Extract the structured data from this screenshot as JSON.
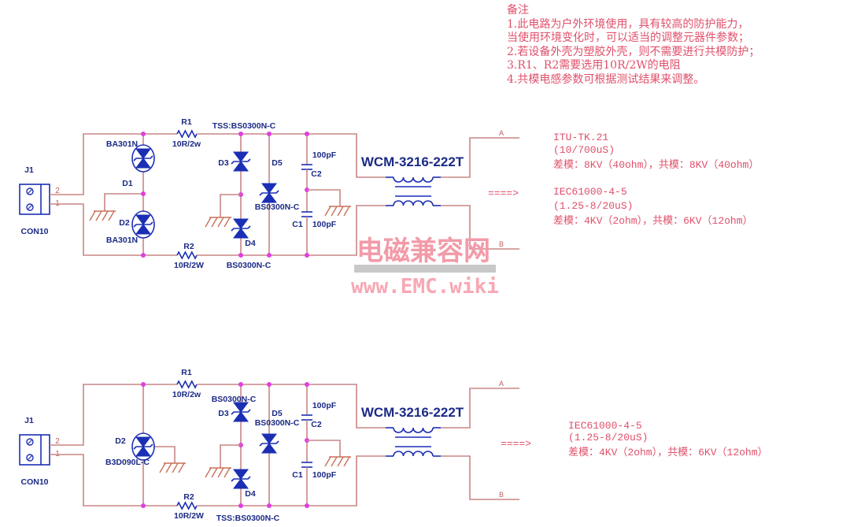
{
  "notes": {
    "title": "备注",
    "lines": [
      "1.此电路为户外环境使用，具有较高的防护能力，",
      "当使用环境变化时，可以适当的调整元器件参数；",
      "2.若设备外壳为塑胶外壳，则不需要进行共模防护；",
      "3.R1、R2需要选用10R/2W的电阻",
      "4.共模电感参数可根据测试结果来调整。"
    ]
  },
  "circuit1": {
    "labels": {
      "j1": "J1",
      "con": "CON10",
      "pin2": "2",
      "pin1": "1",
      "r1": "R1",
      "r1_val": "10R/2w",
      "r2": "R2",
      "r2_val": "10R/2W",
      "d1_part": "BA301N",
      "d1": "D1",
      "d2": "D2",
      "d2_part": "BA301N",
      "tss_top": "TSS:BS0300N-C",
      "d3": "D3",
      "d4": "D4",
      "d4_part": "BS0300N-C",
      "d5": "D5",
      "d5_part": "BS0300N-C",
      "c2": "C2",
      "c2_val": "100pF",
      "c1": "C1",
      "c1_val": "100pF",
      "choke": "WCM-3216-222T",
      "out_a": "A",
      "out_b": "B"
    },
    "arrow": "====>",
    "spec": [
      "ITU-TK.21",
      "(10/700uS)",
      "差模：8KV（40ohm），共模：8KV（40ohm）",
      "IEC61000-4-5",
      "(1.25-8/20uS)",
      "差模：4KV（2ohm），共模：6KV（12ohm）"
    ]
  },
  "circuit2": {
    "labels": {
      "j1": "J1",
      "con": "CON10",
      "pin2": "2",
      "pin1": "1",
      "r1": "R1",
      "r1_val": "10R/2w",
      "r2": "R2",
      "r2_val": "10R/2W",
      "d2": "D2",
      "d2_part": "B3D090L-C",
      "d3_part": "BS0300N-C",
      "d3": "D3",
      "d4": "D4",
      "tss_bottom": "TSS:BS0300N-C",
      "d5": "D5",
      "d5_part": "BS0300N-C",
      "c2": "C2",
      "c2_val": "100pF",
      "c1": "C1",
      "c1_val": "100pF",
      "choke": "WCM-3216-222T",
      "out_a": "A",
      "out_b": "B"
    },
    "arrow": "====>",
    "spec": [
      "IEC61000-4-5",
      "(1.25-8/20uS)",
      "差模：4KV（2ohm），共模：6KV（12ohm）"
    ]
  },
  "watermark": {
    "cn": "电磁兼容网",
    "url": "www.EMC.wiki"
  }
}
